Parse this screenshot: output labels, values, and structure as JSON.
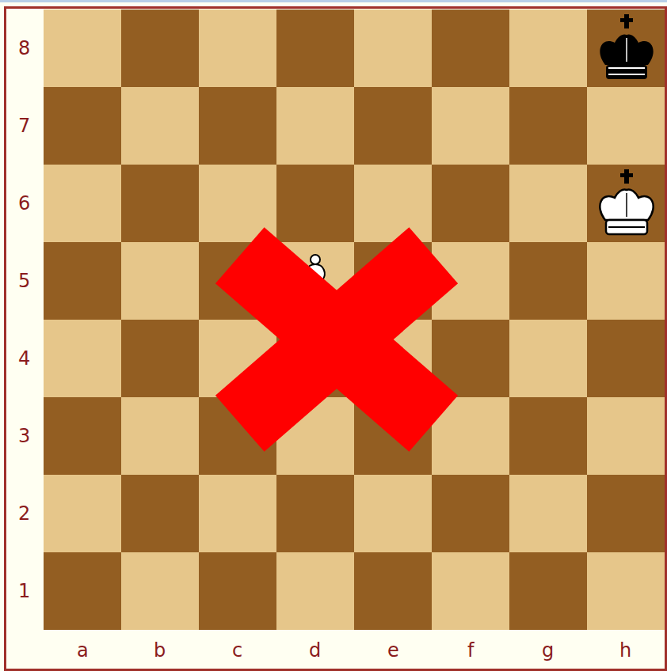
{
  "diagram": {
    "labels": [
      "8",
      "7",
      "6",
      "5",
      "4",
      "3",
      "2",
      "1",
      "a",
      "b",
      "c",
      "d",
      "e",
      "f",
      "g",
      "h"
    ]
  }
}
